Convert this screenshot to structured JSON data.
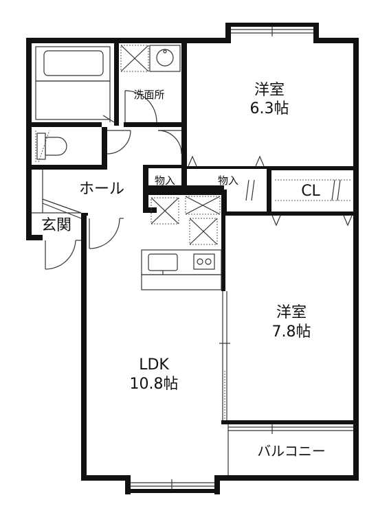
{
  "rooms": {
    "western_room_1": {
      "name": "洋室",
      "size": "6.3帖"
    },
    "western_room_2": {
      "name": "洋室",
      "size": "7.8帖"
    },
    "ldk": {
      "name": "LDK",
      "size": "10.8帖"
    },
    "washroom": "洗面所",
    "hall": "ホール",
    "entrance": "玄関",
    "storage_1": "物入",
    "storage_2": "物入",
    "closet": "CL",
    "balcony": "バルコニー"
  },
  "colors": {
    "wall": "#111111",
    "line": "#333333",
    "background": "#ffffff"
  }
}
